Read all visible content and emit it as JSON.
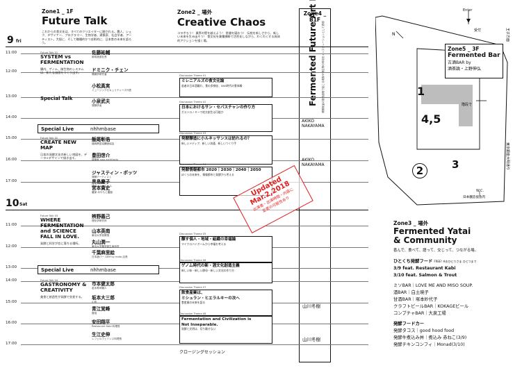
{
  "zones": {
    "z1": {
      "label": "Zone1 _ 1F",
      "title": "Future Talk",
      "desc": "これからの食文化は、すべてのクリエイターに開かれる。農人、シェフ、デザイナー、プログラマー、生物学者、建築家、社会学者、アーティスト。大胆に、そして職種的かつ芸術的に、日本食の未来を語ろう。"
    },
    "z2": {
      "label": "Zone2 _ 場外",
      "title": "Creative Chaos",
      "desc": "コラボろう！ 業界の壁を越えよう！ 常識を疑おう！ 伝統を新しさから、新しい未来を生み出そう！ 食文化を業種横断で活性化しながら、わくわくする具体的アクションを描く場。"
    },
    "z4": {
      "label": "Zone4 _ B1F",
      "title": "Fermented Future Art Live",
      "desc": "発酵食品の製造過程で起こる現象や微生物の呼吸をインスタレーションとして表現"
    },
    "z5": {
      "label": "Zone5 _ 3F",
      "title": "Fermented Bar",
      "sub1": "古酒BAR by",
      "sub2": "酒茶論・上野伸弘"
    },
    "z3": {
      "label": "Zone3 _ 場外",
      "title1": "Fermented Yatai",
      "title2": "& Community",
      "desc": "香んで、食べて、語って、交じって、つながる場。"
    }
  },
  "days": {
    "d1": "9",
    "d1w": "fri",
    "d2": "10",
    "d2w": "Sat"
  },
  "times": [
    "11:00",
    "12:00",
    "13:00",
    "14:00",
    "15:00",
    "16:00",
    "17:00",
    "11:00",
    "12:00",
    "13:00",
    "14:00",
    "15:00",
    "16:00",
    "17:00"
  ],
  "talks": {
    "t1": {
      "tag": "Future Talk 01",
      "l1": "SYSTEM vs",
      "l2": "FERMENTATION",
      "desc": "腸内、ゲノム、微生物のシステムは、新たな価値をつくり出す。"
    },
    "special_talk": "Special Talk",
    "special_live": "Special Live",
    "live_name": "nhhmbase",
    "t2": {
      "tag": "Future Talk 02",
      "l1": "CREATE NEW MAP",
      "desc": "日本の発酵文化の新しい地図を、データ×デザインで描き出す。"
    },
    "t3": {
      "tag": "Future Talk 03",
      "l1": "WHERE FERMENTATION",
      "l2": "and SCIENCE",
      "l3": "FALL IN LOVE.",
      "desc": "発酵と科学が恋に落ちる場所。"
    },
    "t4": {
      "tag": "Future Talk 04",
      "l1": "GASTRONOMY &",
      "l2": "CREATIVITY",
      "desc": "美食と創造性が発酵で交差する。"
    }
  },
  "speakers": [
    {
      "name": "佐藤祐輔",
      "role": "新政酒造社長"
    },
    {
      "name": "ドミニク・チェン",
      "role": "情報学研究者"
    },
    {
      "name": "小松真実",
      "role": "ミュージックセキュリティーズ代表"
    },
    {
      "name": "小泉武夫",
      "role": "発酵学者"
    },
    {
      "name": "飯尾彰浩",
      "role": "福岡県醤油醸造協会"
    },
    {
      "name": "豊田啓介",
      "role": "建築家 noiz architects"
    },
    {
      "name": "ジャスティン・ボッツ",
      "role": "発酵アーティスト"
    },
    {
      "name": "黒島慶子",
      "role": "醤油ソムリエール"
    },
    {
      "name": "宮本貴史",
      "role": "農家 みやもと農園"
    },
    {
      "name": "辨野義己",
      "role": "理化学研究所"
    },
    {
      "name": "山本英南",
      "role": "東京大学准教授"
    },
    {
      "name": "丸山潤一",
      "role": "東京大学農学部生命科学"
    },
    {
      "name": "千葉麻里絵",
      "role": "日本酒バー GEM by moto 店長"
    },
    {
      "name": "市本健太郎",
      "role": "若手寿司職人"
    },
    {
      "name": "坂本大三郎",
      "role": "山伏"
    },
    {
      "name": "青江覚峰",
      "role": "僧侶"
    },
    {
      "name": "安田翔平",
      "role": "Restaurant Kabi 料理長"
    },
    {
      "name": "生江史伸",
      "role": "レフェルヴェソンス料理長"
    }
  ],
  "themes": [
    {
      "tag": "Discussion Theme 01",
      "title": "ミレニアルズの食文化論",
      "body": "若者の日本酒離れ、食の多様化、SNS時代の食体験"
    },
    {
      "tag": "Discussion Theme 02",
      "title": "日本におけるサン・セバスチャンの作り方",
      "body": "ガストロノミーで地方創生は可能か"
    },
    {
      "tag": "Discussion Theme 03",
      "title": "発酵醸造に小ルネッサンスは訪れるの？",
      "body": "新しいメディア、新しい流通、新しいつくり手"
    },
    {
      "tag": "Discussion Theme 04",
      "title": "発酵情報都市 2020｜2030｜2040｜2050",
      "body": "ぼくらの未来を、情報都市と発酵から考える"
    },
    {
      "tag": "Discussion Theme 05",
      "title": "醸す個人・地域・組織の幸福論",
      "body": "マイクロバイオームから幸福を考える"
    },
    {
      "tag": "Discussion Theme 06",
      "title": "ゲノム時代の新・酒文化創造主義",
      "body": "新しい味・新しい酵母・新しい文化の作り方"
    },
    {
      "tag": "Discussion Theme 07",
      "title": "飲食産業は、",
      "title2": "ミシュラン・ヒエラルキーの次へ",
      "body": "食産業の未来を語る"
    },
    {
      "tag": "Discussion Theme 08",
      "title": "Fermentation and Civilization is",
      "title2": "Not Inseparable.",
      "body": "発酵と文明は、切り離せない"
    }
  ],
  "performers": {
    "p1": "AKIKO NAKAYAMA",
    "p2": "AKIKO NAKAYAMA",
    "p3": "山川冬樹",
    "p4": "山川冬樹"
  },
  "closing": "クロージングセッション",
  "stamp": {
    "l1": "Updated",
    "l2": "Mar.2,2018",
    "l3": "出演者・出演時間・内容に",
    "l4": "変更の可能性あり"
  },
  "map": {
    "enter": "Enter",
    "reception": "受付",
    "stairs": "階段で",
    "n1": "1",
    "n2": "2",
    "n3": "3",
    "n45": "4,5",
    "wc": "W.C.",
    "sake": "日本醸造協会内",
    "road": "東京銀座大明通り",
    "road2": "王子方面"
  },
  "z3list": {
    "food": "ひとくち発酵フード",
    "food_note": "FREE! ※おひとりさま ひとつまで",
    "f1": "3/9  feat. Restaurant Kabi",
    "f2": "3/10  feat. Salmon & Trout",
    "b1": "ミソBAR｜LOVE ME AND MISO SOUP.",
    "b2": "酒BAR｜白土暁子",
    "b3": "甘酒BAR｜塚本紗代子",
    "b4": "クラフトビールBAR｜KOKAGEビール",
    "b5": "コンブチャBAR｜大泉工場",
    "court": "発酵フードカー",
    "c1": "発酵タコス｜good hood food",
    "c2": "発酵牛煮込み丼｜煮込み 赤ねこ(3/9)",
    "c3": "発酵チキンコンフィ｜Monad(3/10)"
  }
}
